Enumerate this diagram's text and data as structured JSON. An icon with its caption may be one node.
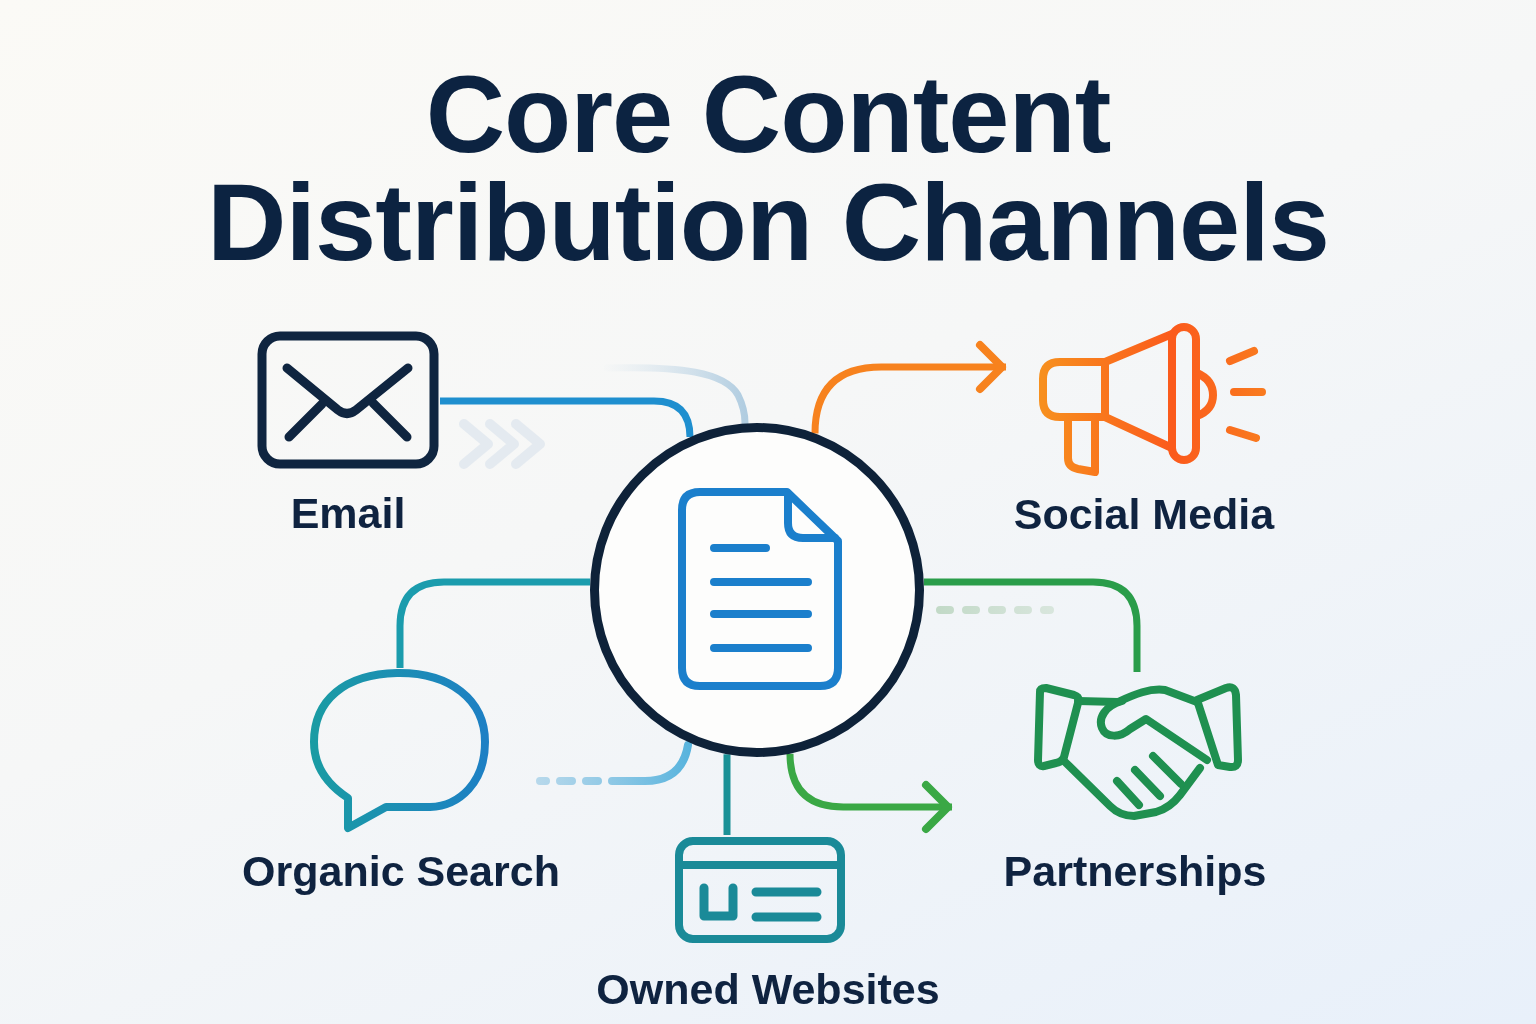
{
  "diagram": {
    "title": "Core Content Distribution Channels",
    "nodes": [
      {
        "text": [],
        "shape": "circle"
      },
      {
        "text": [
          "Email"
        ]
      },
      {
        "text": [
          "Social Media"
        ]
      },
      {
        "text": [
          "Organic Search"
        ]
      },
      {
        "text": [
          "Partnerships"
        ]
      },
      {
        "text": [
          "Owned Websites"
        ]
      }
    ],
    "edges": [
      {
        "from": 0,
        "to": 1,
        "arrow": "none",
        "color": "#1f8fcf"
      },
      {
        "from": 0,
        "to": 2,
        "arrow": "to",
        "color": "#f7821e"
      },
      {
        "from": 0,
        "to": 3,
        "arrow": "none",
        "color": "#1b9cad"
      },
      {
        "from": 0,
        "to": 4,
        "arrow": "none",
        "color": "#2a9d4a"
      },
      {
        "from": 0,
        "to": 5,
        "arrow": "none",
        "color": "#1a9196"
      },
      {
        "from": 0,
        "to": 4,
        "arrow": "to",
        "color": "#3aa845"
      }
    ]
  }
}
